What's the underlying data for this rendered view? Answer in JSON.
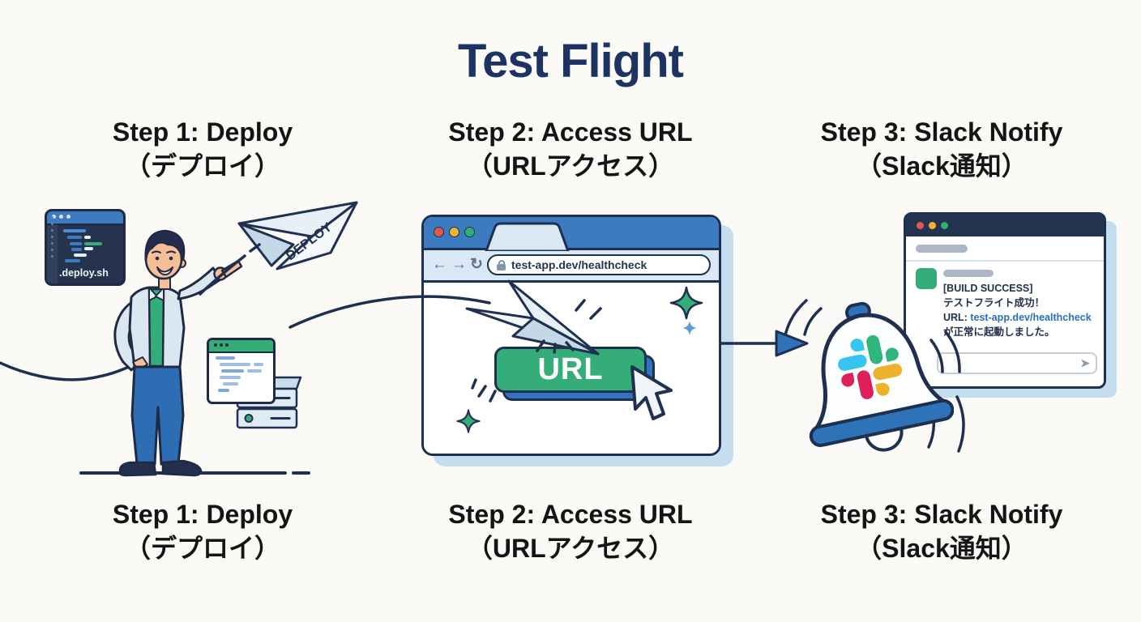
{
  "title": "Test Flight",
  "steps": [
    {
      "title": "Step 1: Deploy",
      "subtitle": "（デプロイ）"
    },
    {
      "title": "Step 2: Access URL",
      "subtitle": "（URLアクセス）"
    },
    {
      "title": "Step 3: Slack Notify",
      "subtitle": "（Slack通知）"
    }
  ],
  "terminal": {
    "filename": ".deploy.sh"
  },
  "deploy_plane": {
    "label": "DEPLOY"
  },
  "browser": {
    "nav": {
      "back": "←",
      "forward": "→",
      "reload": "↻"
    },
    "url": "test-app.dev/healthcheck"
  },
  "url_button": {
    "label": "URL"
  },
  "slack_window": {
    "message": {
      "status": "[BUILD SUCCESS]",
      "line2": "テストフライト成功！",
      "url_prefix": "URL:",
      "url_link": "test-app.dev/healthcheck",
      "line4": "が正常に起動しました。"
    },
    "send_icon": "➤"
  },
  "icons": {
    "traffic_lights": "red-yellow-green window dots",
    "lock": "padlock in address bar",
    "bell": "notification bell with Slack logo",
    "cursor": "mouse arrow cursor",
    "paper_plane": "paper airplane"
  },
  "colors": {
    "navy_outline": "#1F3050",
    "accent_green": "#35AD78",
    "accent_blue": "#2E72B8",
    "shadow_blue": "#C5DEEF",
    "title_navy": "#1D3462",
    "slack_blue": "#36C5F0",
    "slack_green": "#2EB67D",
    "slack_red": "#E01E5A",
    "slack_yellow": "#ECB22C"
  }
}
